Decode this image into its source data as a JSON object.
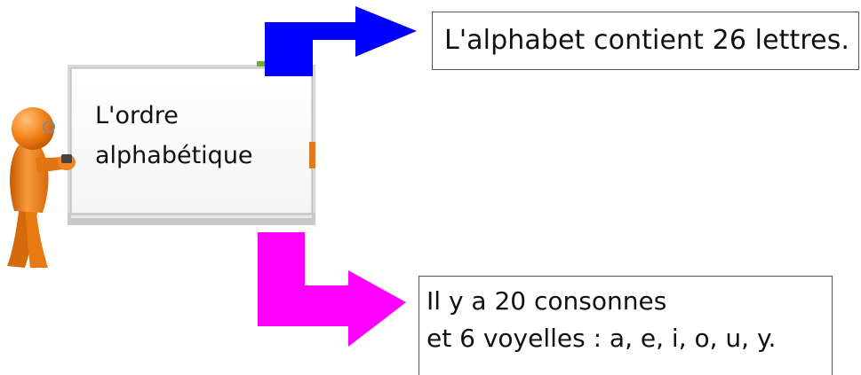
{
  "whiteboard": {
    "title_line_1": "L'ordre",
    "title_line_2": "alphabétique"
  },
  "fact_box": {
    "text": "L'alphabet contient 26 lettres."
  },
  "vowel_box": {
    "line_1": "Il y a 20 consonnes",
    "line_2": "et 6 voyelles : a, e, i, o, u, y."
  },
  "colors": {
    "blue_arrow": "#0000ff",
    "magenta_arrow": "#ff00ff",
    "teacher_figure": "#f07c16",
    "board_frame": "#c8c8c8",
    "text": "#111111"
  }
}
